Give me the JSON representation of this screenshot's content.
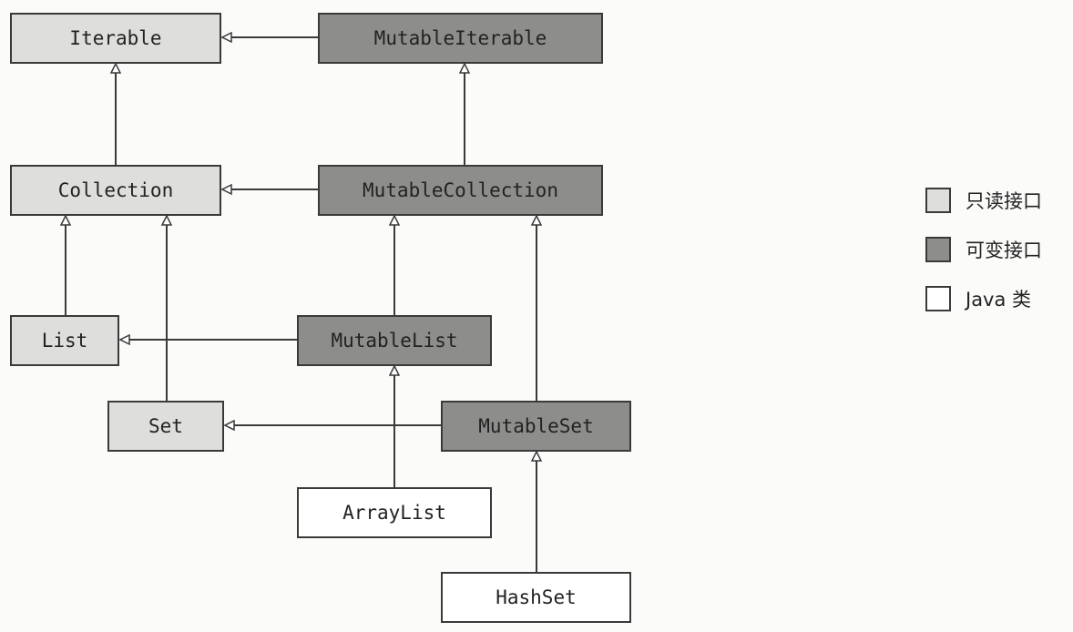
{
  "colors": {
    "read_only": "#dededc",
    "mutable": "#8d8d8b",
    "java_class": "#ffffff"
  },
  "nodes": {
    "iterable": "Iterable",
    "mutable_iterable": "MutableIterable",
    "collection": "Collection",
    "mutable_collection": "MutableCollection",
    "list": "List",
    "mutable_list": "MutableList",
    "set": "Set",
    "mutable_set": "MutableSet",
    "array_list": "ArrayList",
    "hash_set": "HashSet"
  },
  "legend": {
    "read_only": "只读接口",
    "mutable": "可变接口",
    "java_class": "Java 类"
  }
}
